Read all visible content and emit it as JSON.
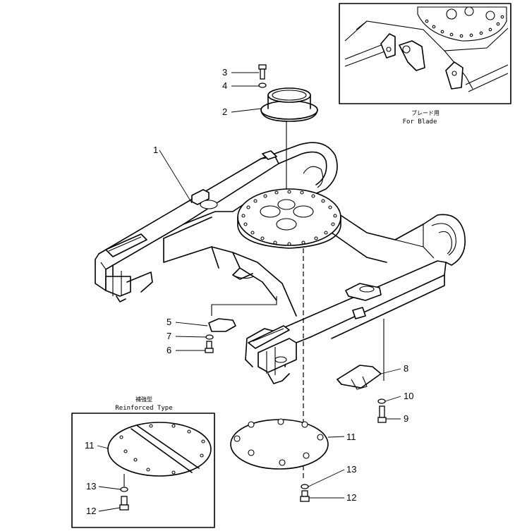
{
  "insets": {
    "blade": {
      "caption_jp": "ブレード用",
      "caption_en": "For Blade"
    },
    "reinforced": {
      "caption_jp": "補強型",
      "caption_en": "Reinforced Type"
    }
  },
  "callouts": {
    "c1": "1",
    "c2": "2",
    "c3": "3",
    "c4": "4",
    "c5": "5",
    "c6": "6",
    "c7": "7",
    "c8": "8",
    "c9": "9",
    "c10": "10",
    "c11": "11",
    "c12": "12",
    "c13": "13",
    "r11": "11",
    "r12": "12",
    "r13": "13"
  }
}
